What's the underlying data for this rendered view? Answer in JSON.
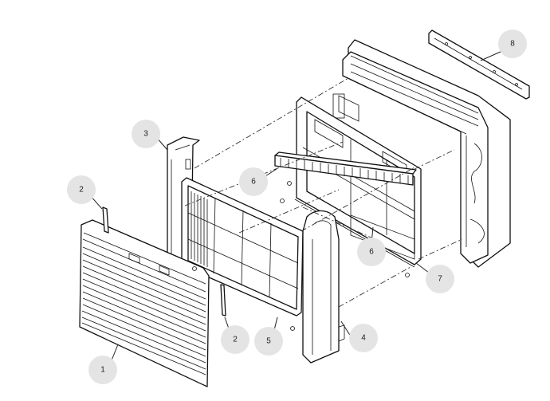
{
  "diagram": {
    "callouts": [
      {
        "id": "part-1",
        "label": "1"
      },
      {
        "id": "part-2-left",
        "label": "2"
      },
      {
        "id": "part-2-lower",
        "label": "2"
      },
      {
        "id": "part-3",
        "label": "3"
      },
      {
        "id": "part-4",
        "label": "4"
      },
      {
        "id": "part-5",
        "label": "5"
      },
      {
        "id": "part-6-upper",
        "label": "6"
      },
      {
        "id": "part-6-lower",
        "label": "6"
      },
      {
        "id": "part-7",
        "label": "7"
      },
      {
        "id": "part-8",
        "label": "8"
      }
    ],
    "colors": {
      "line": "#111111",
      "callout_fill": "#e4e4e4",
      "background": "#ffffff"
    }
  }
}
